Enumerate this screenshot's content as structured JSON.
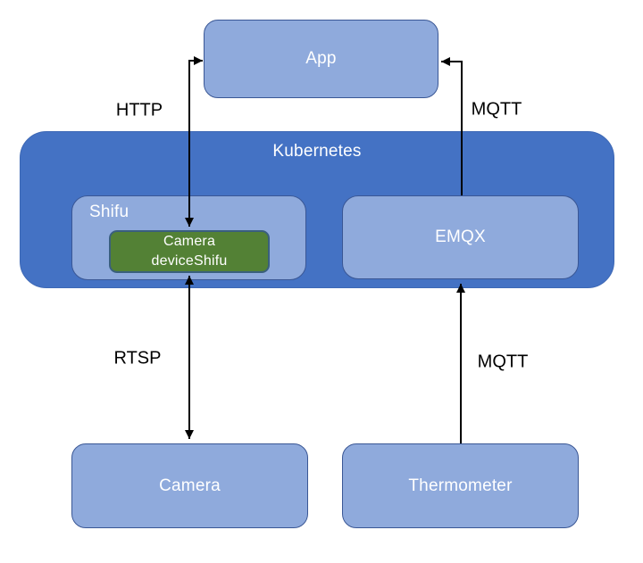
{
  "nodes": {
    "app": {
      "label": "App"
    },
    "kubernetes": {
      "label": "Kubernetes"
    },
    "shifu": {
      "label": "Shifu"
    },
    "camera_deviceshifu": {
      "line1": "Camera",
      "line2": "deviceShifu"
    },
    "emqx": {
      "label": "EMQX"
    },
    "camera": {
      "label": "Camera"
    },
    "thermometer": {
      "label": "Thermometer"
    }
  },
  "edges": {
    "http": {
      "label": "HTTP",
      "from": "app",
      "to": "camera_deviceshifu",
      "bidirectional": true
    },
    "mqtt_app": {
      "label": "MQTT",
      "from": "emqx",
      "to": "app",
      "bidirectional": false
    },
    "rtsp": {
      "label": "RTSP",
      "from": "camera_deviceshifu",
      "to": "camera",
      "bidirectional": true
    },
    "mqtt_emqx": {
      "label": "MQTT",
      "from": "thermometer",
      "to": "emqx",
      "bidirectional": false
    }
  },
  "colors": {
    "background": "#ffffff",
    "kubernetes_fill": "#4472c4",
    "node_fill": "#8faadc",
    "node_border": "#3a5795",
    "deviceshifu_fill": "#538135",
    "deviceshifu_border": "#3a5f7d",
    "node_text": "#ffffff",
    "edge_line": "#000000",
    "edge_label_text": "#000000"
  }
}
